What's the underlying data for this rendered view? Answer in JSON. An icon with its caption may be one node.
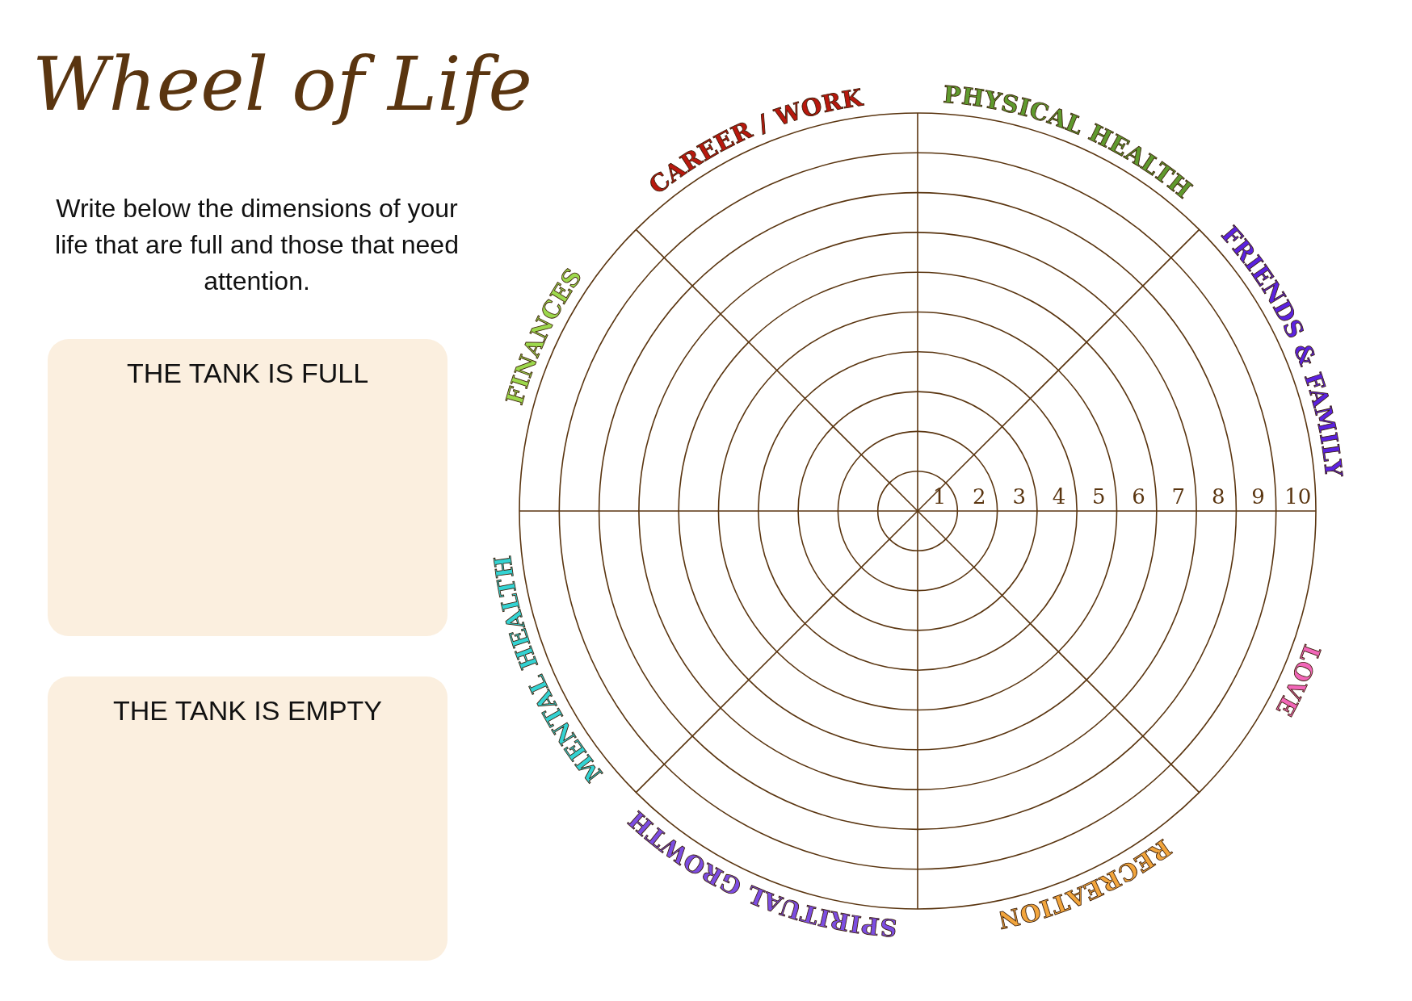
{
  "diagram": {
    "title": "Wheel of Life",
    "nodes": [
      {
        "text": [
          "THE TANK IS FULL"
        ]
      },
      {
        "text": [
          "THE TANK IS EMPTY"
        ]
      }
    ],
    "labels": [
      "Write below the dimensions of your life that are full and those that need attention.",
      "CAREER / WORK",
      "PHYSICAL HEALTH",
      "FRIENDS & FAMILY",
      "LOVE",
      "RECREATION",
      "SPIRITUAL GROWTH",
      "MENTAL HEALTH",
      "FINANCES",
      "1",
      "2",
      "3",
      "4",
      "5",
      "6",
      "7",
      "8",
      "9",
      "10"
    ]
  }
}
